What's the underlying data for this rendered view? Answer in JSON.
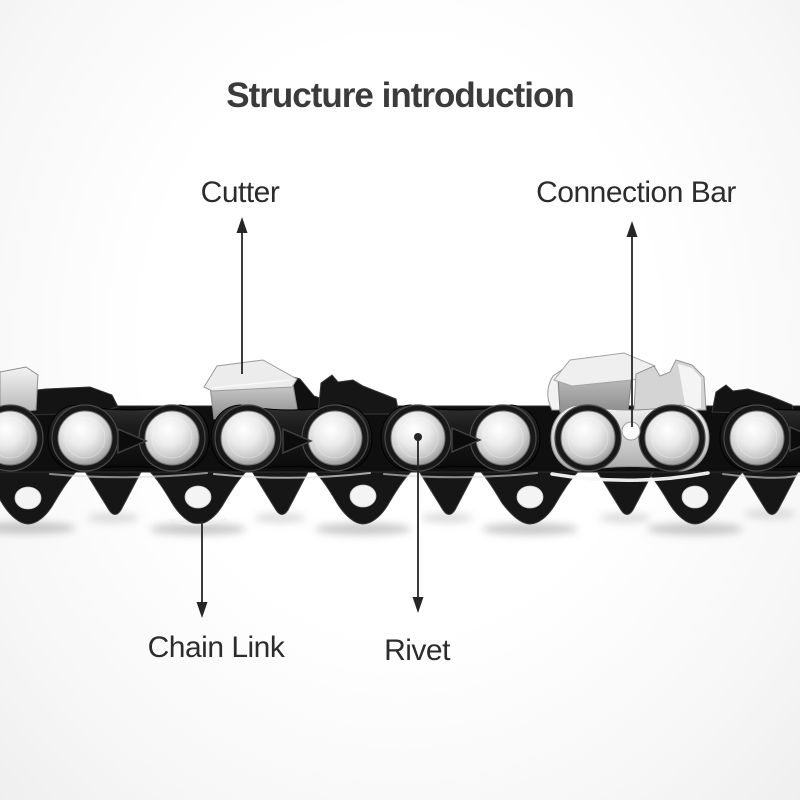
{
  "title": {
    "text": "Structure introduction"
  },
  "labels": {
    "cutter": "Cutter",
    "connection_bar": "Connection Bar",
    "chain_link": "Chain Link",
    "rivet": "Rivet"
  },
  "annotations": [
    {
      "label": "Cutter",
      "points_to": "chrome cutting tooth on top of the chain",
      "arrow_direction": "up"
    },
    {
      "label": "Connection Bar",
      "points_to": "silver side link with center hole",
      "arrow_direction": "up"
    },
    {
      "label": "Chain Link",
      "points_to": "lower drive link of the chain",
      "arrow_direction": "down"
    },
    {
      "label": "Rivet",
      "points_to": "round shiny rivet joining the links",
      "arrow_direction": "down"
    }
  ],
  "palette": {
    "background": "#fbfbfb",
    "title_color": "#3b3b3b",
    "label_color": "#2c2c2c",
    "arrow_color": "#262626",
    "chain_black": "#131313",
    "rivet_silver": "#d9d9d9",
    "chrome": "#ececec"
  }
}
